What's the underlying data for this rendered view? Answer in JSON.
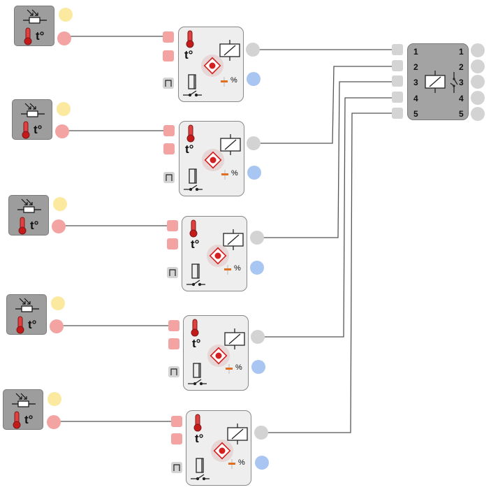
{
  "temp_label": "t°",
  "percent_label": "%",
  "bus_ports_left": [
    "1",
    "2",
    "3",
    "4",
    "5"
  ],
  "bus_ports_right": [
    "1",
    "2",
    "3",
    "4",
    "5"
  ],
  "colors": {
    "sensor_output": "#f4a3a3",
    "sensor_aux": "#fbe9a0",
    "relay_output": "#d3d3d3",
    "percent_output": "#a9c6f2",
    "wire": "#555555"
  }
}
